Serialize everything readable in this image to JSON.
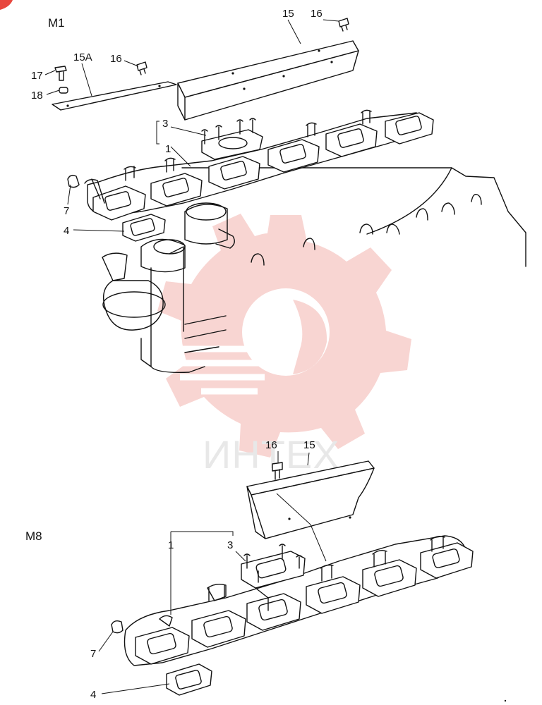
{
  "brand_color": "#e8473e",
  "watermark": {
    "text": "ИНТЕХ",
    "color": "#e8473e"
  },
  "groups": {
    "top": "M1",
    "bottom": "M8"
  },
  "labels": {
    "top": {
      "n15": "15",
      "n16a": "16",
      "n15a": "15A",
      "n16b": "16",
      "n17": "17",
      "n18": "18",
      "n3": "3",
      "n1": "1",
      "n7": "7",
      "n4": "4"
    },
    "bottom": {
      "n16": "16",
      "n15": "15",
      "n3": "3",
      "n1": "1",
      "n7": "7",
      "n4": "4"
    }
  }
}
